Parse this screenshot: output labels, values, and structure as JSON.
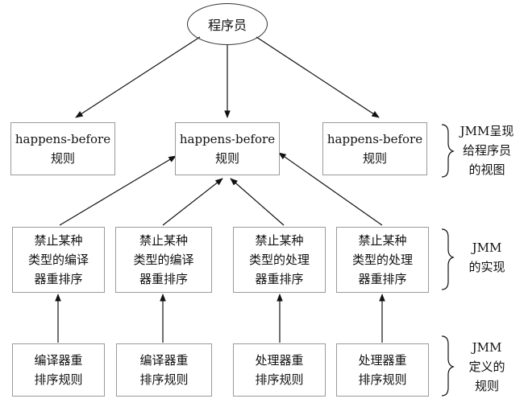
{
  "root": {
    "label": "程序员"
  },
  "top_row": [
    {
      "label": "happens-before\n规则"
    },
    {
      "label": "happens-before\n规则"
    },
    {
      "label": "happens-before\n规则"
    }
  ],
  "middle_row": [
    {
      "label": "禁止某种\n类型的编译\n器重排序"
    },
    {
      "label": "禁止某种\n类型的编译\n器重排序"
    },
    {
      "label": "禁止某种\n类型的处理\n器重排序"
    },
    {
      "label": "禁止某种\n类型的处理\n器重排序"
    }
  ],
  "bottom_row": [
    {
      "label": "编译器重\n排序规则"
    },
    {
      "label": "编译器重\n排序规则"
    },
    {
      "label": "处理器重\n排序规则"
    },
    {
      "label": "处理器重\n排序规则"
    }
  ],
  "side_labels": [
    {
      "label": "JMM呈现\n给程序员\n的视图"
    },
    {
      "label": "JMM\n的实现"
    },
    {
      "label": "JMM\n定义的\n规则"
    }
  ]
}
